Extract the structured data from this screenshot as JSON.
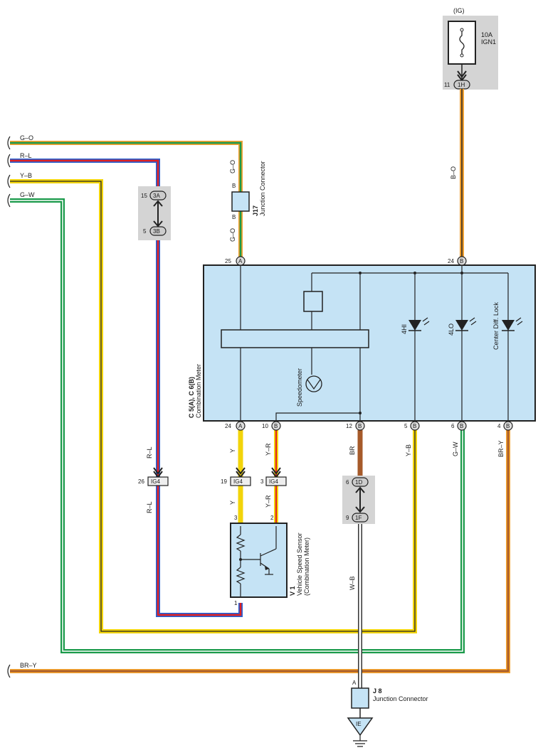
{
  "top": {
    "ig_label": "(IG)",
    "fuse_label_1": "10A",
    "fuse_label_2": "IGN1",
    "conn_1h": "1H",
    "pin_1h": "11"
  },
  "wires": {
    "g_o": "G–O",
    "r_l": "R–L",
    "y_b": "Y–B",
    "g_w": "G–W",
    "br_y": "BR–Y",
    "b_o": "B–O",
    "y": "Y",
    "y_r": "Y–R",
    "br": "BR",
    "w_b": "W–B"
  },
  "j17": {
    "id": "J17",
    "desc": "Junction Connector",
    "pin_b": "B"
  },
  "jconn_3": {
    "pin_top": "15",
    "conn_top": "3A",
    "pin_bot": "5",
    "conn_bot": "3B"
  },
  "meter": {
    "id": "C 5(A), C 6(B)",
    "desc": "Combination Meter",
    "speedometer": "Speedometer",
    "ind_4hi": "4HI",
    "ind_4lo": "4LO",
    "ind_cdl": "Center Diff. Lock",
    "conn_a": "A",
    "conn_b": "B",
    "pin_25": "25",
    "pin_24_top": "24",
    "pin_24_bot": "24",
    "pin_10": "10",
    "pin_12": "12",
    "pin_5": "5",
    "pin_6": "6",
    "pin_4": "4"
  },
  "ig4": {
    "conn": "IG4",
    "pin_26": "26",
    "pin_19": "19",
    "pin_3": "3"
  },
  "jconn_1": {
    "pin_top": "6",
    "conn_top": "1D",
    "pin_bot": "9",
    "conn_bot": "1F"
  },
  "v1": {
    "id": "V 1",
    "desc_1": "Vehicle Speed Sensor",
    "desc_2": "(Combination Meter)",
    "pin_3": "3",
    "pin_2": "2",
    "pin_1": "1"
  },
  "j8": {
    "id": "J 8",
    "desc": "Junction Connector",
    "pin_a": "A"
  },
  "ground": {
    "label": "IE"
  },
  "colors": {
    "green": "#1a9a4a",
    "yellow": "#f2d40a",
    "red": "#e02020",
    "blue": "#2a5fcf",
    "orange": "#f0a030",
    "brown": "#a65a2a",
    "meter_fill": "#c5e3f5",
    "shade": "#d4d4d4"
  }
}
